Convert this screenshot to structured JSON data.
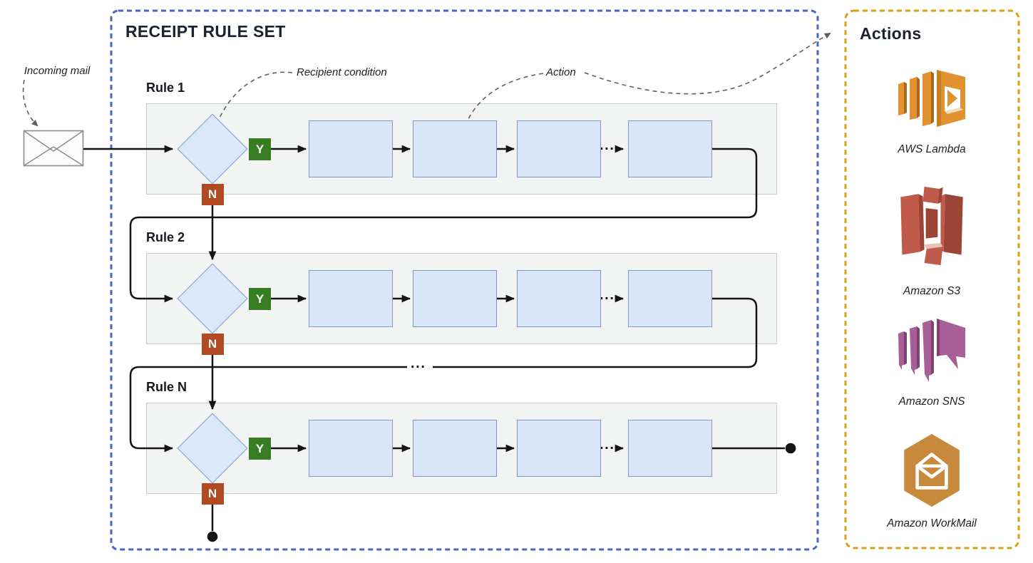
{
  "diagram": {
    "incoming_mail_label": "Incoming mail",
    "annotations": {
      "recipient_condition": "Recipient condition",
      "action": "Action"
    },
    "ellipsis": "···",
    "receipt_rule_set": {
      "title": "RECEIPT RULE SET",
      "rules": [
        {
          "label": "Rule 1",
          "yes_label": "Y",
          "no_label": "N"
        },
        {
          "label": "Rule 2",
          "yes_label": "Y",
          "no_label": "N"
        },
        {
          "label": "Rule N",
          "yes_label": "Y",
          "no_label": "N"
        }
      ]
    },
    "actions_panel": {
      "title": "Actions",
      "items": [
        {
          "label": "AWS Lambda",
          "icon": "aws-lambda-icon"
        },
        {
          "label": "Amazon S3",
          "icon": "amazon-s3-icon"
        },
        {
          "label": "Amazon SNS",
          "icon": "amazon-sns-icon"
        },
        {
          "label": "Amazon WorkMail",
          "icon": "amazon-workmail-icon"
        }
      ]
    },
    "colors": {
      "rule_set_border": "#4a66c4",
      "actions_border": "#d9a116",
      "yes_badge": "#377d21",
      "no_badge": "#b14a22",
      "action_box_fill": "#d9e6f8",
      "action_box_border": "#7d96c9",
      "flow_line": "#141414"
    }
  }
}
